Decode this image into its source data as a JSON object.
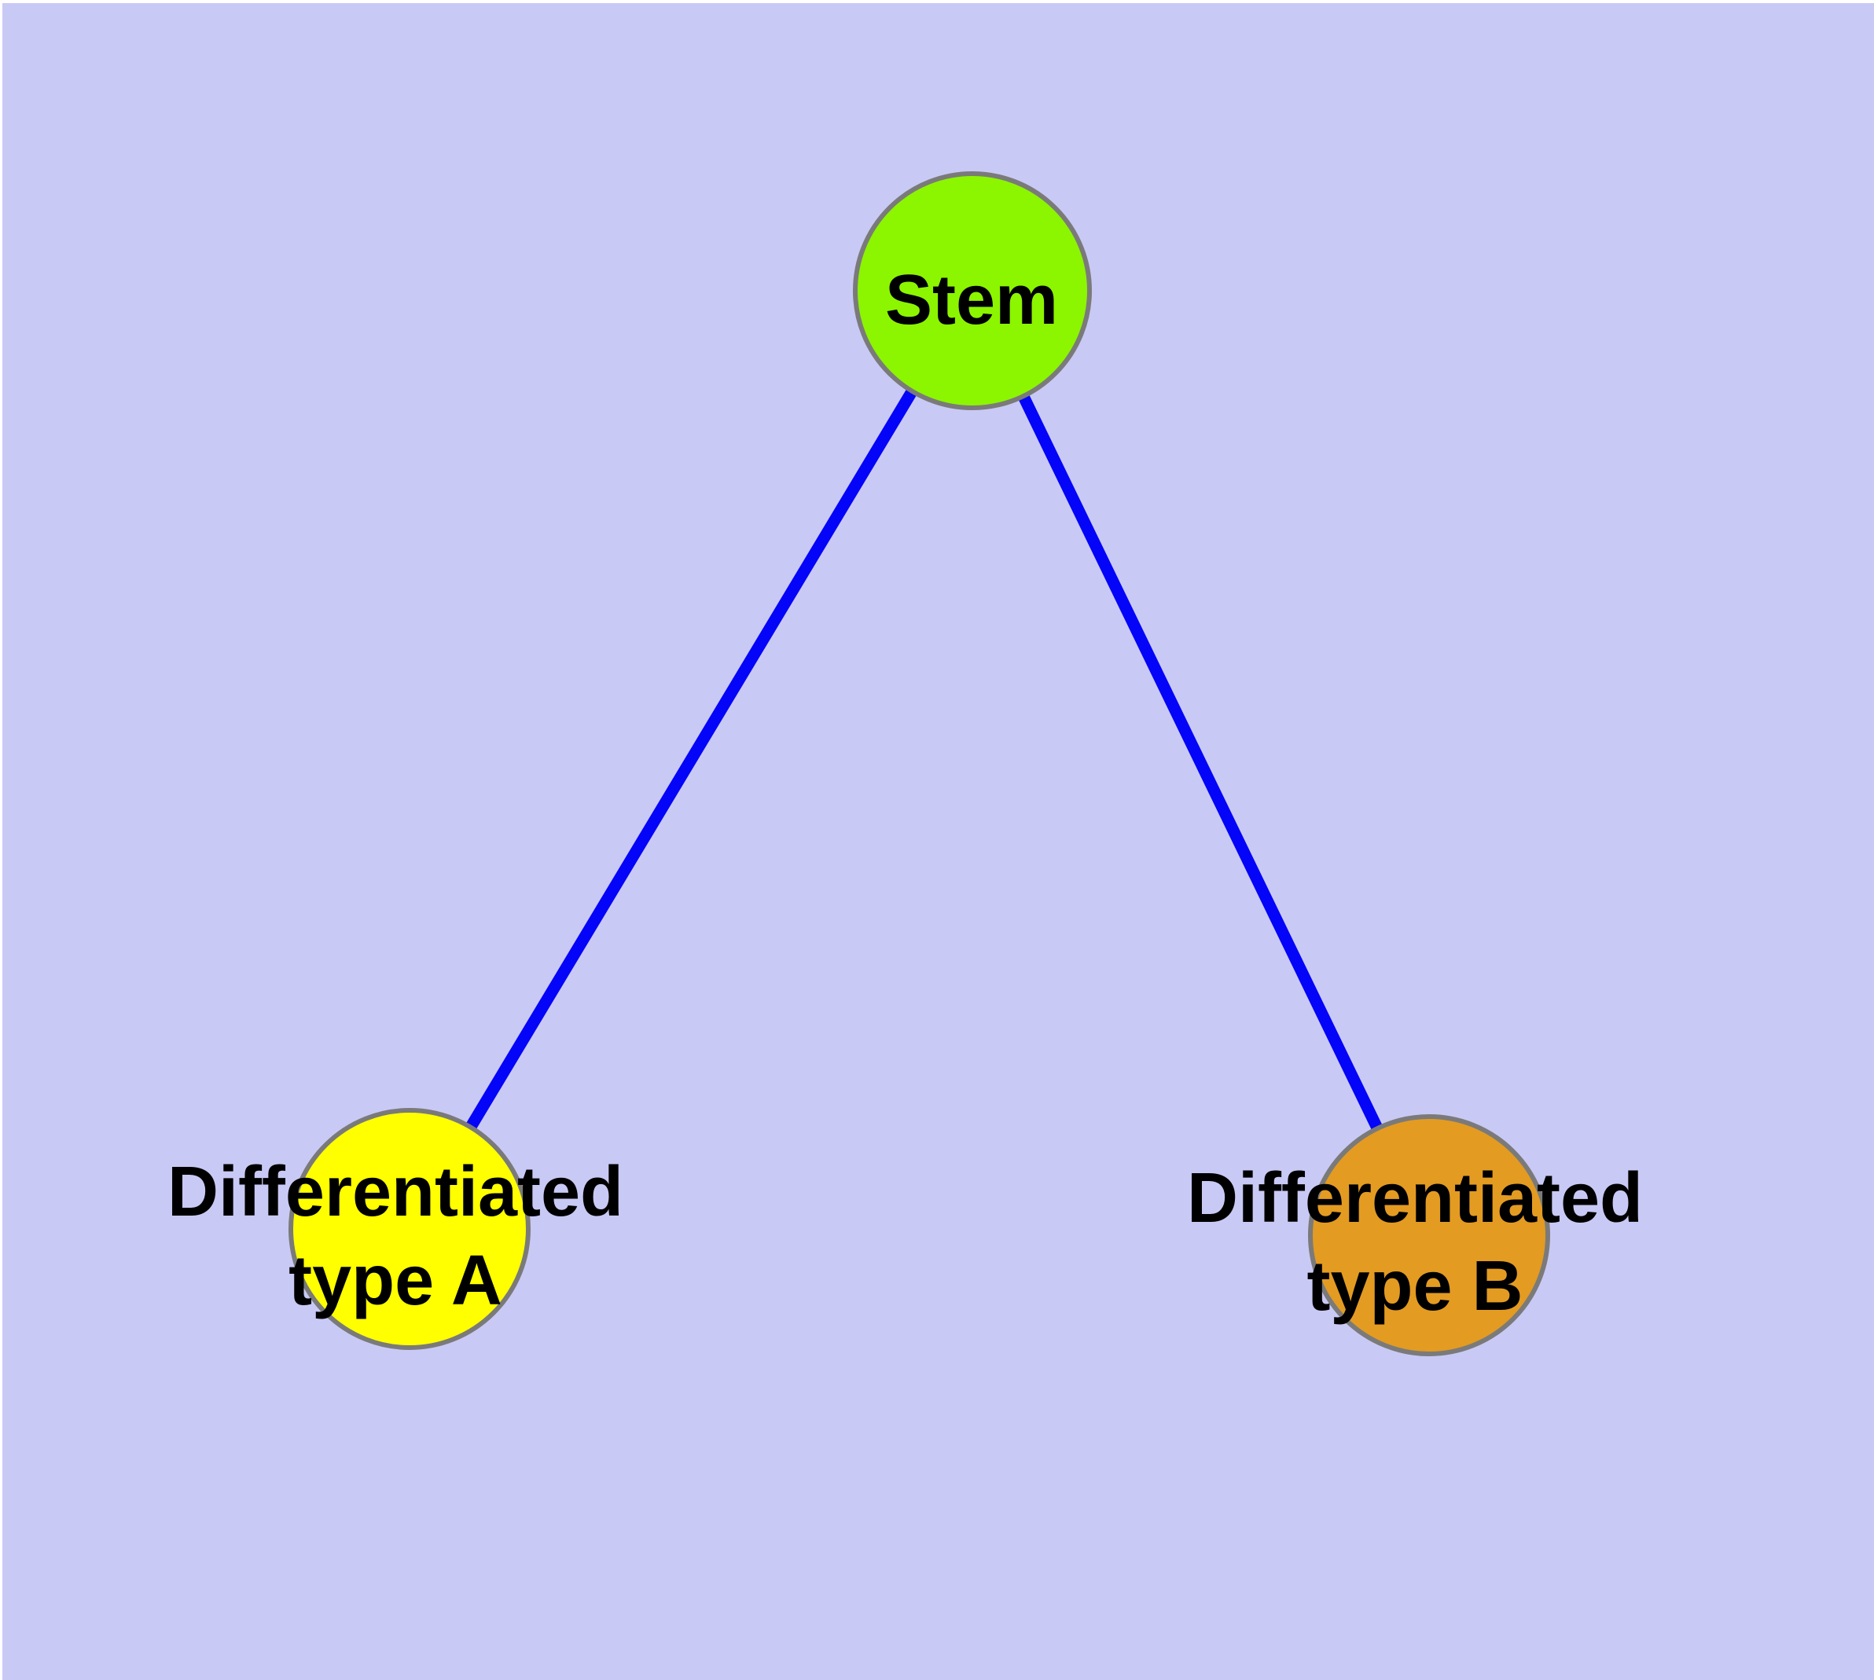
{
  "figure": {
    "background_color": "#C9C9F5",
    "margin_color": "#FFFFFF",
    "edge_color": "#0404F8",
    "node_border_color": "#7A7A7A",
    "label_color": "#000000"
  },
  "nodes": {
    "stem": {
      "label": "Stem",
      "fill": "#8CF500"
    },
    "type_a": {
      "label_line1": "Differentiated",
      "label_line2": "type A",
      "fill": "#FFFF00"
    },
    "type_b": {
      "label_line1": "Differentiated",
      "label_line2": "type B",
      "fill": "#E39B22"
    }
  },
  "edges": [
    {
      "from": "Stem",
      "to": "Differentiated type A"
    },
    {
      "from": "Stem",
      "to": "Differentiated type B"
    }
  ]
}
